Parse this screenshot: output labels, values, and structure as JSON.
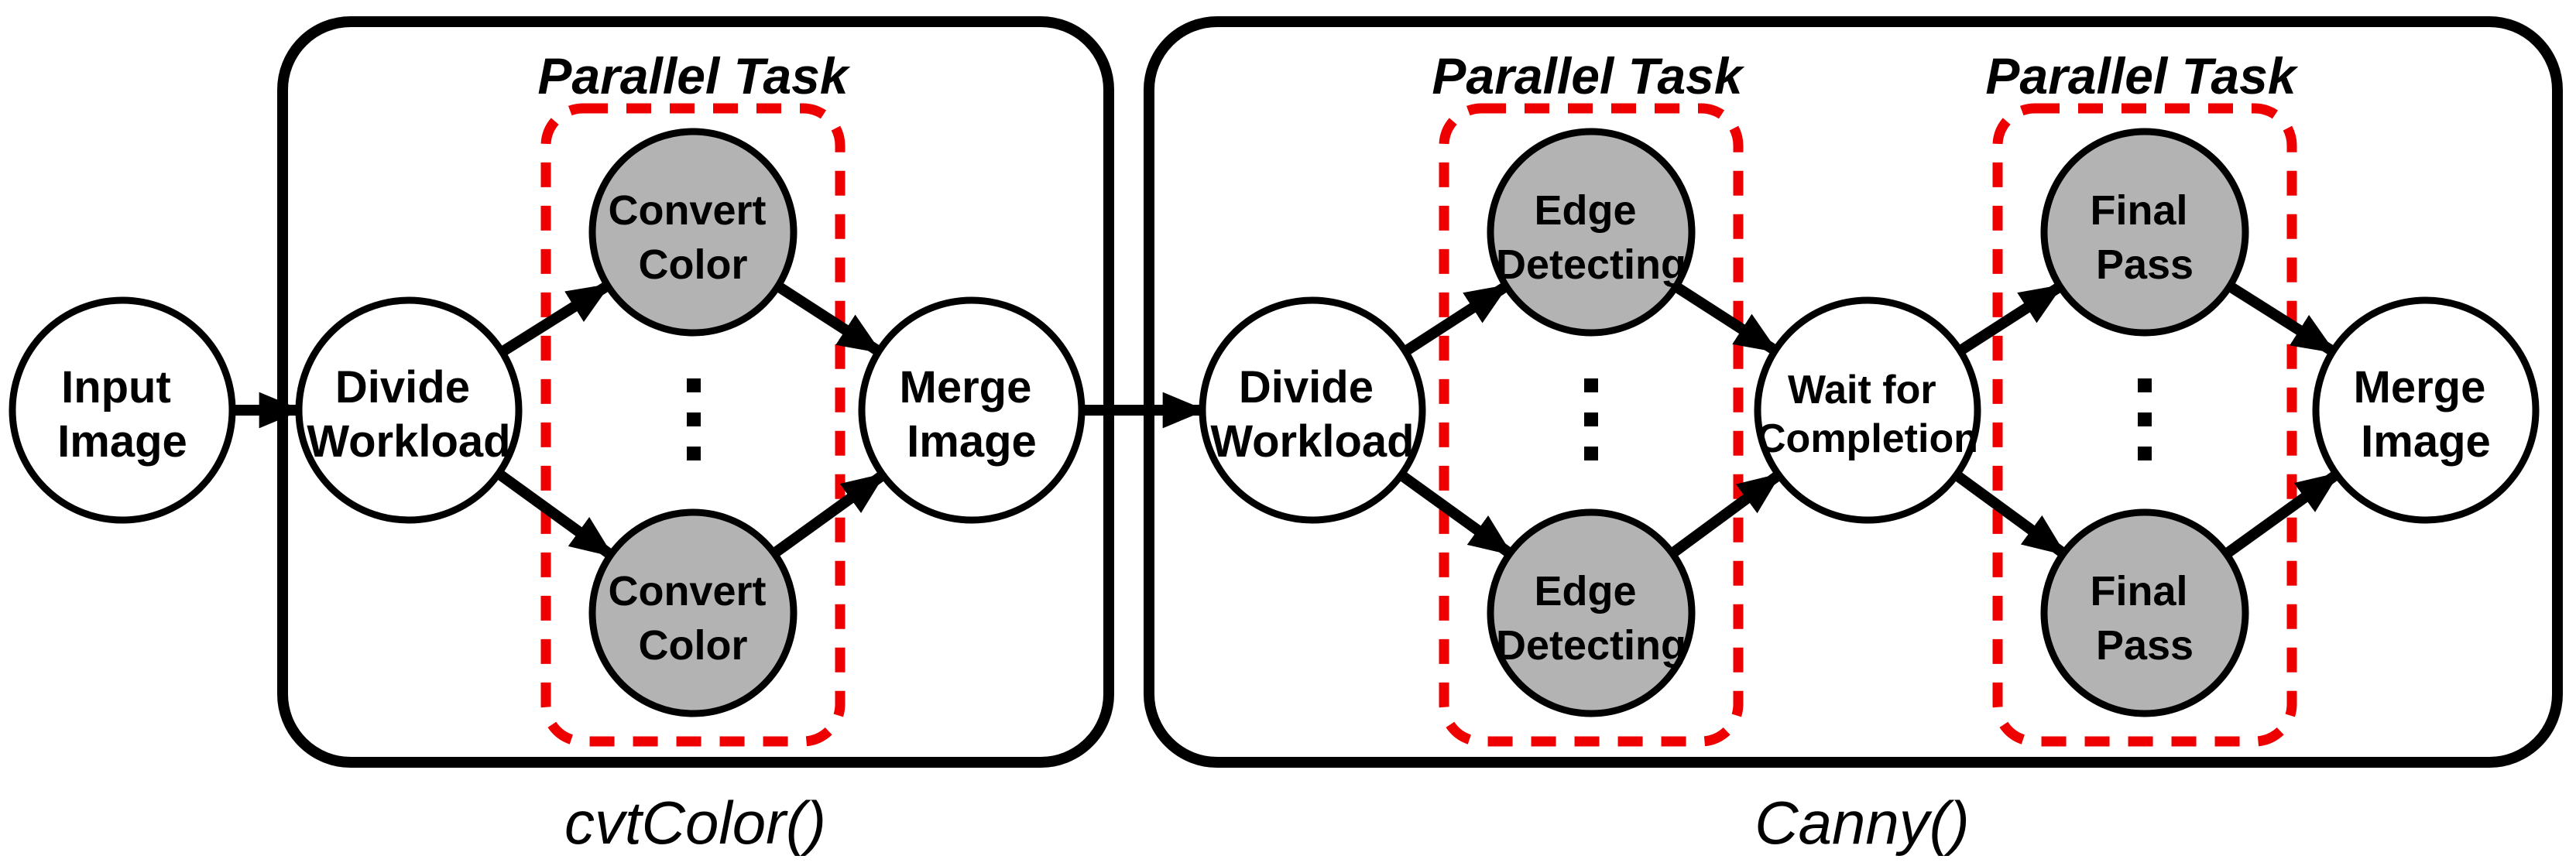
{
  "colors": {
    "red": "#EE0000",
    "task_fill": "#B3B3B3",
    "outline": "#000000",
    "node_fill": "#FFFFFF",
    "background": "#FFFFFF"
  },
  "stage1": {
    "caption": "cvtColor()",
    "parallel_label": "Parallel Task"
  },
  "stage2": {
    "caption": "Canny()",
    "parallel_label_1": "Parallel Task",
    "parallel_label_2": "Parallel Task"
  },
  "nodes": {
    "input": {
      "lines": [
        "Input",
        "Image"
      ]
    },
    "divide1": {
      "lines": [
        "Divide",
        "Workload"
      ]
    },
    "convert_top": {
      "lines": [
        "Convert",
        "Color"
      ]
    },
    "convert_bottom": {
      "lines": [
        "Convert",
        "Color"
      ]
    },
    "merge1": {
      "lines": [
        "Merge",
        "Image"
      ]
    },
    "divide2": {
      "lines": [
        "Divide",
        "Workload"
      ]
    },
    "edge_top": {
      "lines": [
        "Edge",
        "Detecting"
      ]
    },
    "edge_bottom": {
      "lines": [
        "Edge",
        "Detecting"
      ]
    },
    "wait": {
      "lines": [
        "Wait for",
        "Completion"
      ]
    },
    "final_top": {
      "lines": [
        "Final",
        "Pass"
      ]
    },
    "final_bottom": {
      "lines": [
        "Final",
        "Pass"
      ]
    },
    "merge2": {
      "lines": [
        "Merge",
        "Image"
      ]
    }
  }
}
